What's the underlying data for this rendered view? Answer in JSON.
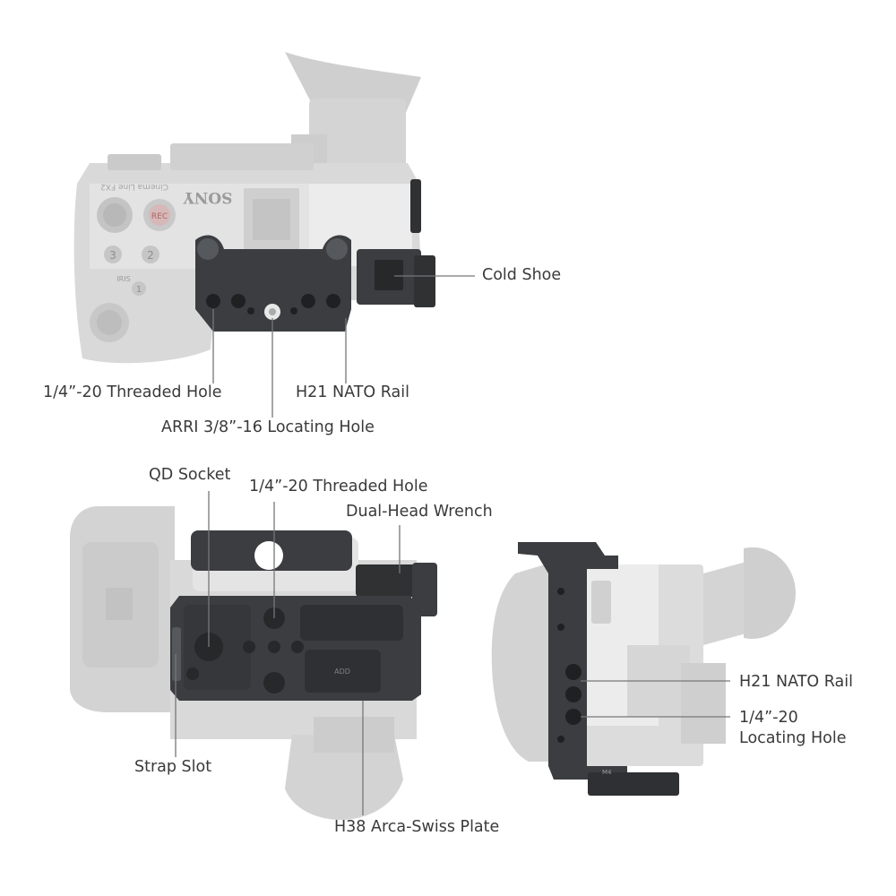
{
  "callouts": {
    "cold_shoe": "Cold Shoe",
    "threaded_hole_top": "1/4”-20 Threaded Hole",
    "nato_rail_top": "H21 NATO Rail",
    "arri_hole": "ARRI 3/8”-16 Locating Hole",
    "qd_socket": "QD Socket",
    "threaded_hole_bottom": "1/4”-20 Threaded Hole",
    "dual_head_wrench": "Dual-Head Wrench",
    "strap_slot": "Strap Slot",
    "arca_plate": "H38 Arca-Swiss Plate",
    "nato_rail_side": "H21 NATO Rail",
    "locating_hole_side_line1": "1/4”-20",
    "locating_hole_side_line2": "Locating Hole"
  },
  "camera_markings": {
    "brand": "SONY",
    "model": "Cinema Line FX2",
    "rec_label": "REC",
    "button_2": "2",
    "button_3": "3",
    "button_1": "1",
    "iris_label": "IRIS",
    "plate_mark": "ADD",
    "mount_mark": "M4"
  },
  "colors": {
    "background": "#ffffff",
    "camera_body": "#d9d9d9",
    "camera_panel": "#e6e6e6",
    "cage_metal": "#3b3d40",
    "cage_dark": "#26282a",
    "leader_line": "#777777",
    "label_text": "#3a3a3a"
  }
}
